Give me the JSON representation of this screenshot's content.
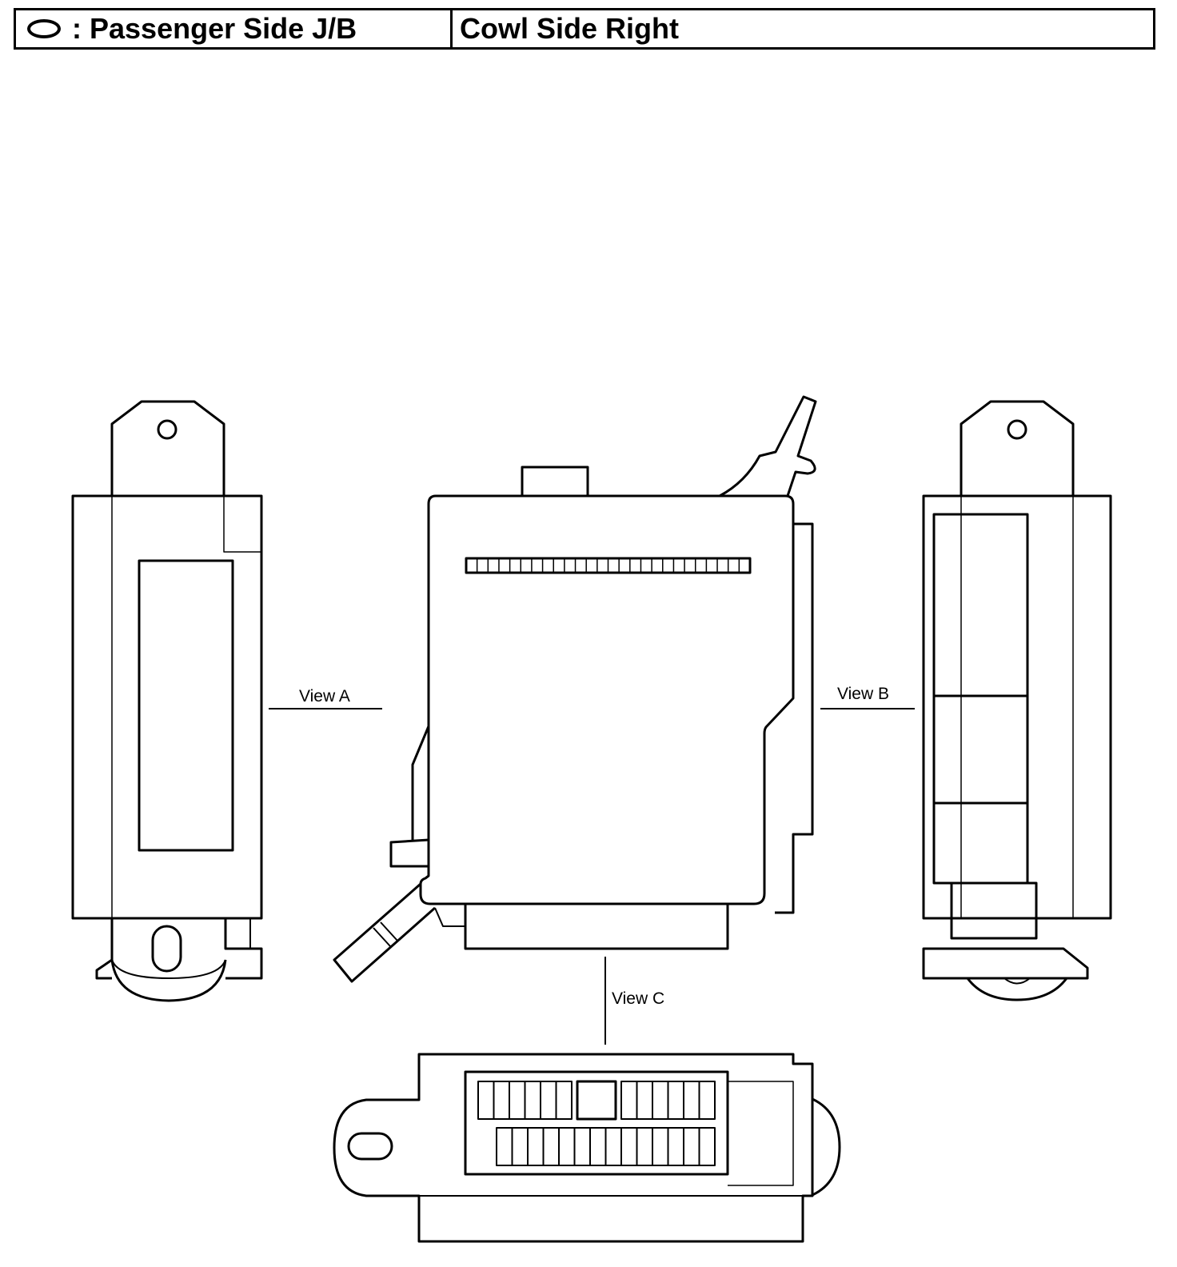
{
  "header": {
    "junction_block": ": Passenger Side J/B",
    "location": "Cowl Side Right",
    "symbol_icon": "oval-symbol-icon"
  },
  "labels": {
    "view_a": "View A",
    "view_b": "View B",
    "view_c": "View C"
  },
  "colors": {
    "line": "#000000",
    "background": "#ffffff"
  }
}
